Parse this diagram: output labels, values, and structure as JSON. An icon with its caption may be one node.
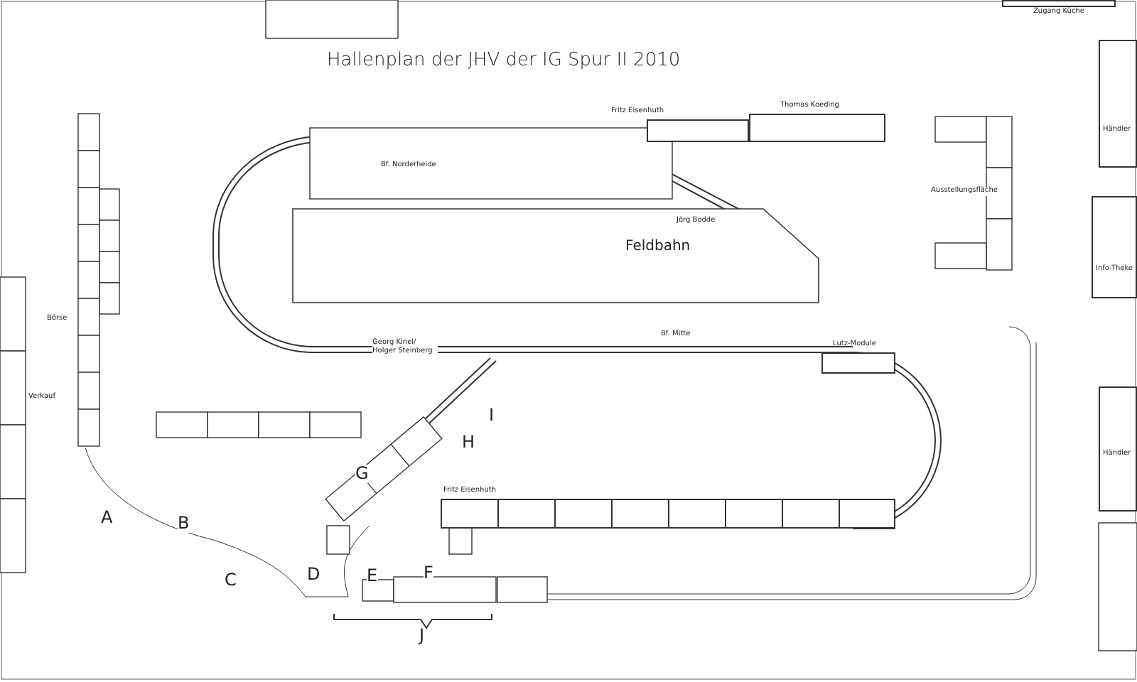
{
  "diagram": {
    "title": "Hallenplan der JHV der IG Spur II 2010",
    "nodes": [
      {
        "text": [
          "Feldbahn"
        ]
      },
      {
        "text": [
          "Händler"
        ]
      },
      {
        "text": [
          "Info-Theke"
        ]
      },
      {
        "text": [
          "Händler"
        ]
      },
      {
        "text": [
          "Zugang Küche"
        ]
      },
      {
        "text": [
          "Thomas Koeding"
        ]
      },
      {
        "text": [
          "Fritz Eisenhuth"
        ]
      },
      {
        "text": [
          "Lutz-Module"
        ]
      },
      {
        "text": [
          "Fritz Eisenhuth"
        ]
      }
    ],
    "labels": [
      "Bf. Norderheide",
      "Jörg Bodde",
      "Ausstellungsfläche",
      "Börse",
      "Georg Kinel/ Holger Steinberg",
      "Bf. Mitte",
      "Verkauf",
      "I",
      "H",
      "G",
      "A",
      "B",
      "C",
      "D",
      "E",
      "F",
      "J"
    ]
  }
}
